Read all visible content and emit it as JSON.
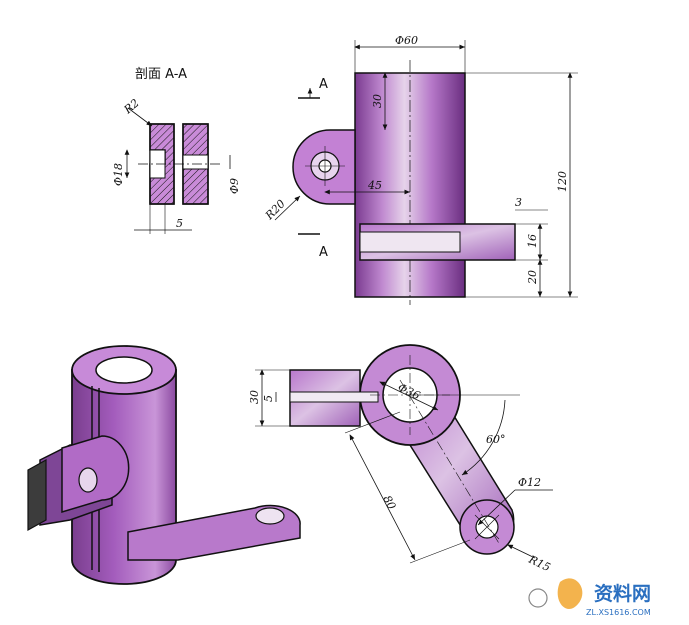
{
  "section_title": "剖面 A-A",
  "section_marks": {
    "top": "A",
    "bottom": "A"
  },
  "dimensions": {
    "section": {
      "r2": "R2",
      "d18": "Φ18",
      "d9": "Φ9",
      "w5": "5"
    },
    "front": {
      "d60": "Φ60",
      "h30": "30",
      "d45": "45",
      "r20": "R20",
      "h120": "120",
      "t3": "3",
      "t16": "16",
      "t20": "20"
    },
    "top": {
      "h30": "30",
      "h5": "5",
      "d36": "Φ36",
      "a60": "60°",
      "l80": "80",
      "d12": "Φ12",
      "r15": "R15"
    }
  },
  "watermark": {
    "brand": "资料网",
    "url": "ZL.XS1616.COM"
  },
  "colors": {
    "accent": "#b06ac6",
    "accent_dark": "#5a2a6a",
    "accent_light": "#d9b5e3",
    "line": "#111111"
  }
}
